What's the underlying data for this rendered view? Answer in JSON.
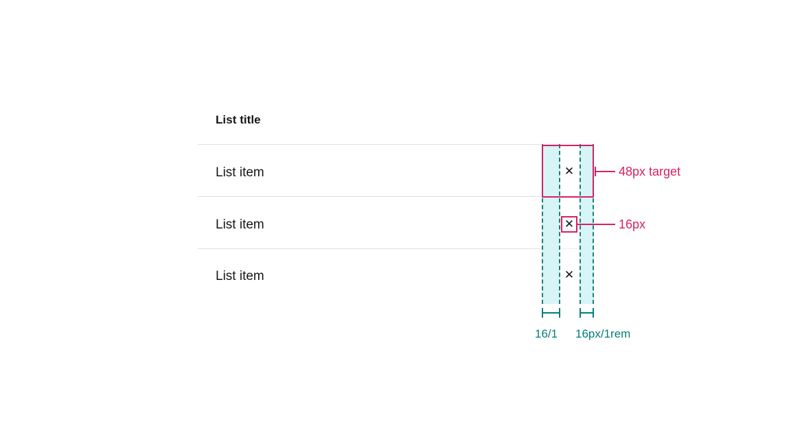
{
  "list": {
    "title": "List title",
    "items": [
      {
        "label": "List item",
        "icon": "close-icon",
        "icon_glyph": "✕"
      },
      {
        "label": "List item",
        "icon": "close-icon",
        "icon_glyph": "✕"
      },
      {
        "label": "List item",
        "icon": "close-icon",
        "icon_glyph": "✕"
      }
    ]
  },
  "annotations": {
    "target_callout": "48px target",
    "icon_callout": "16px"
  },
  "measurements": [
    {
      "label": "16/1"
    },
    {
      "label": "16px/1rem"
    }
  ],
  "colors": {
    "accent_pink": "#da1e62",
    "accent_teal": "#007d79",
    "band_fill": "#d7f4f6",
    "divider": "#e0e0e0",
    "text": "#161616",
    "background": "#ffffff"
  }
}
